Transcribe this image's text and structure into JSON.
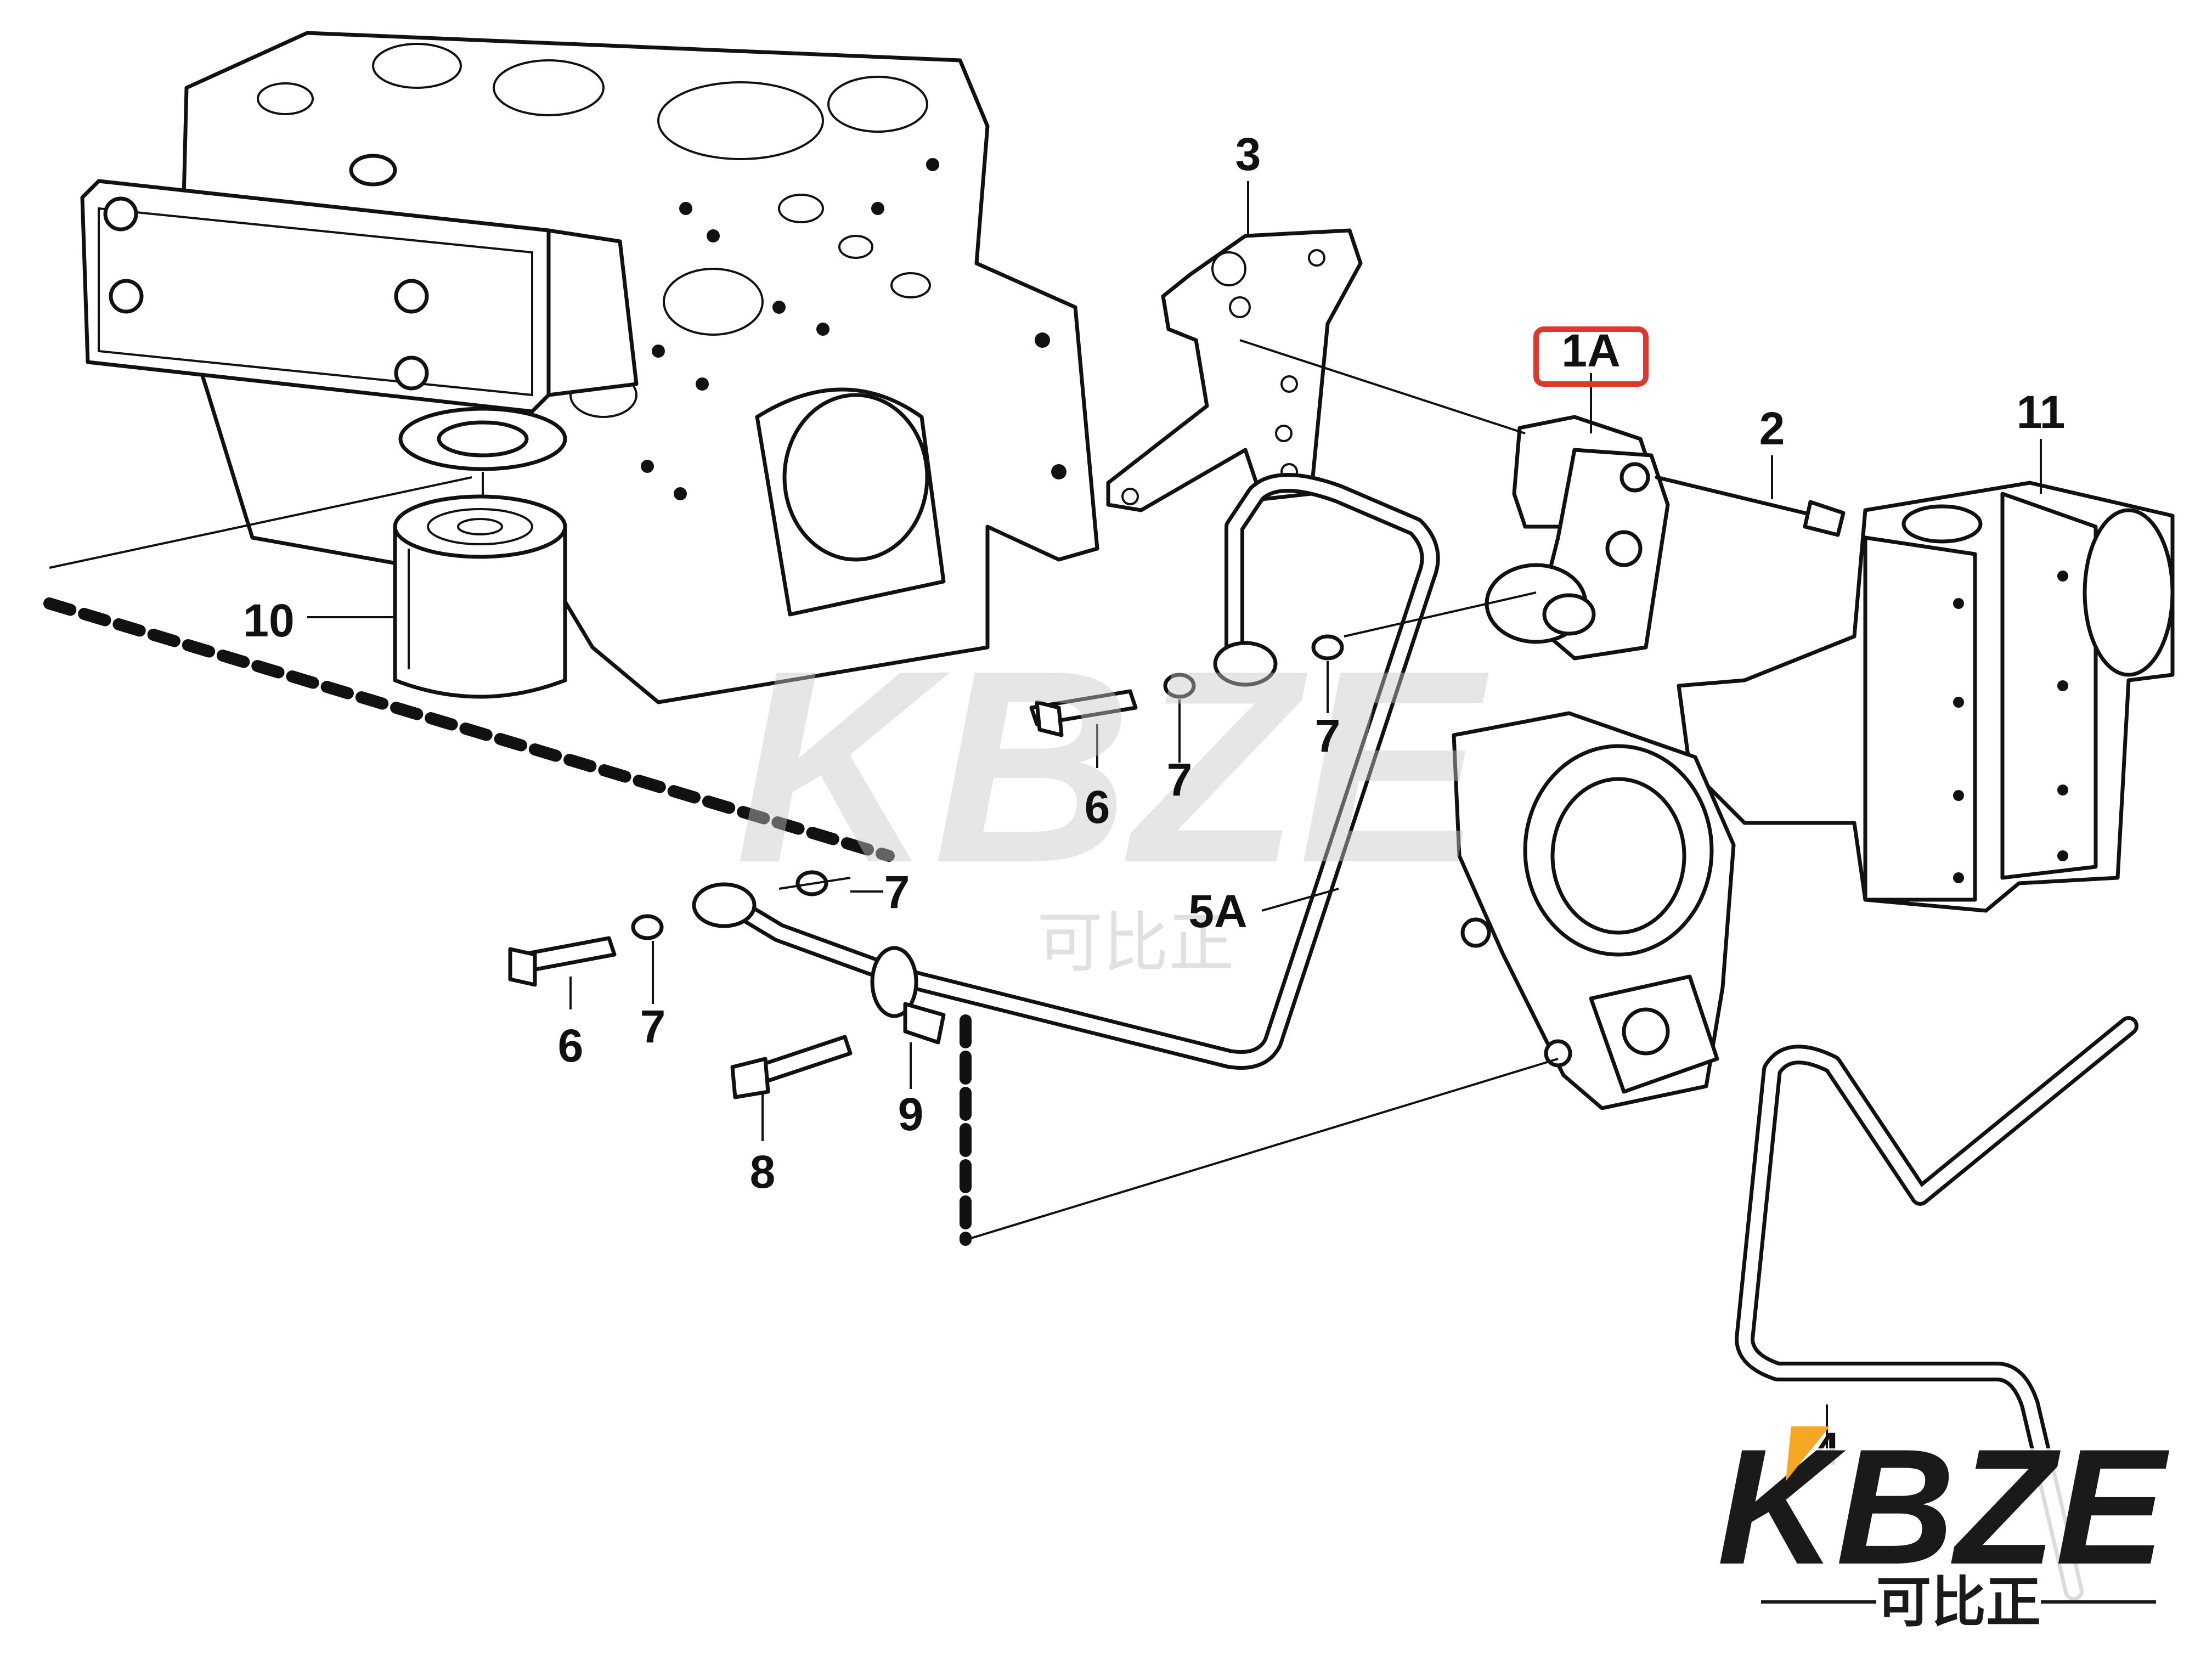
{
  "labels": {
    "l1a": "1A",
    "l2": "2",
    "l3": "3",
    "l11": "11",
    "l10": "10",
    "l6a": "6",
    "l7a": "7",
    "l7b": "7",
    "l5a": "5A",
    "l7c": "7",
    "l6b": "6",
    "l7d": "7",
    "l9": "9",
    "l8": "8",
    "l4": "4"
  },
  "watermark": {
    "brand": "KBZE",
    "sub": "可比正"
  },
  "logo": {
    "brand": "KBZE",
    "sub": "可比正"
  },
  "colors": {
    "highlight": "#e0372d",
    "logo_accent": "#f5a623",
    "ink": "#111111"
  }
}
